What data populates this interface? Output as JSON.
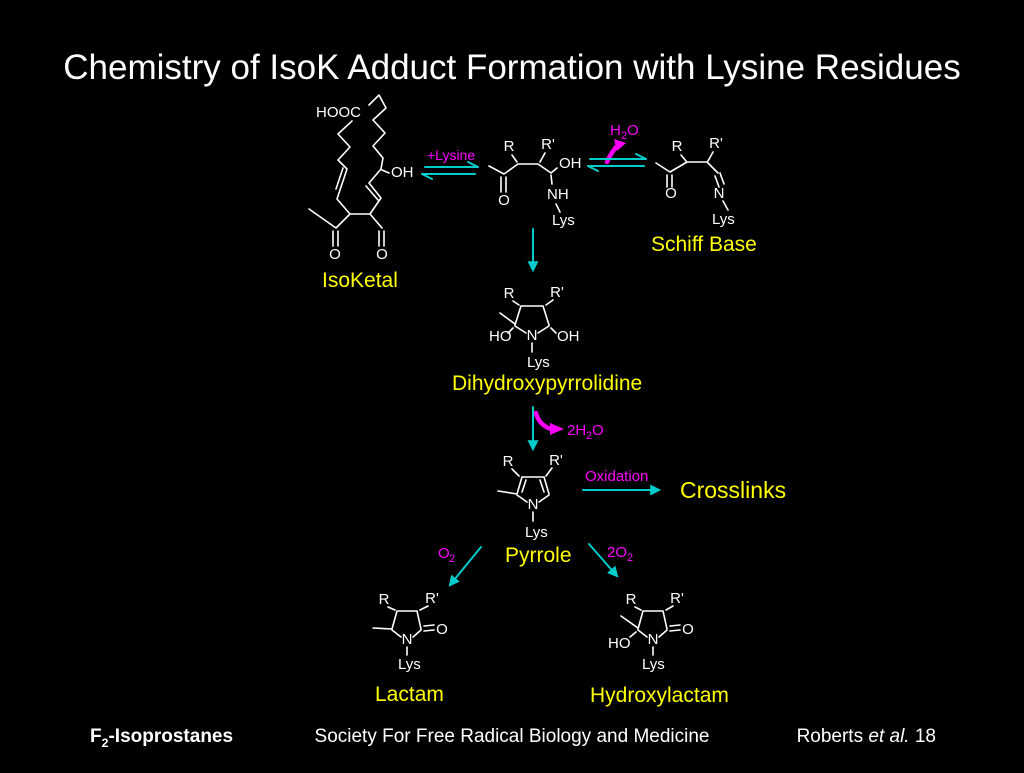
{
  "title": "Chemistry of IsoK Adduct Formation with Lysine Residues",
  "colors": {
    "background": "#000000",
    "bond": "#FFFFFF",
    "molecule_label": "#FFFF00",
    "reagent_label": "#FF00FF",
    "arrow": "#00CCCC"
  },
  "molecules": {
    "isoketal": {
      "label": "IsoKetal",
      "hooc": "HOOC",
      "oh": "OH",
      "o_left": "O",
      "o_right": "O"
    },
    "carbinolamine": {
      "r": "R",
      "r_prime": "R'",
      "oh": "OH",
      "o": "O",
      "nh": "NH",
      "lys": "Lys"
    },
    "schiff_base": {
      "label": "Schiff Base",
      "r": "R",
      "r_prime": "R'",
      "o": "O",
      "n": "N",
      "lys": "Lys"
    },
    "dihydroxypyrrolidine": {
      "label": "Dihydroxypyrrolidine",
      "r": "R",
      "r_prime": "R'",
      "ho": "HO",
      "n": "N",
      "oh": "OH",
      "lys": "Lys"
    },
    "pyrrole": {
      "label": "Pyrrole",
      "r": "R",
      "r_prime": "R'",
      "n": "N",
      "lys": "Lys"
    },
    "lactam": {
      "label": "Lactam",
      "r": "R",
      "r_prime": "R'",
      "n": "N",
      "o": "O",
      "lys": "Lys"
    },
    "hydroxylactam": {
      "label": "Hydroxylactam",
      "r": "R",
      "r_prime": "R'",
      "ho": "HO",
      "n": "N",
      "o": "O",
      "lys": "Lys"
    }
  },
  "reagents": {
    "lysine": "+Lysine",
    "h2o": {
      "pre": "H",
      "sub": "2",
      "post": "O"
    },
    "two_h2o": {
      "pre": "2H",
      "sub": "2",
      "post": "O"
    },
    "oxidation": "Oxidation",
    "o2": {
      "pre": "O",
      "sub": "2"
    },
    "two_o2": {
      "pre": "2O",
      "sub": "2"
    }
  },
  "products": {
    "crosslinks": "Crosslinks"
  },
  "footer": {
    "left": {
      "pre": "F",
      "sub": "2",
      "post": "-Isoprostanes"
    },
    "center": "Society For Free Radical Biology and Medicine",
    "right": {
      "name": "Roberts ",
      "italic": "et al.",
      "page": " 18"
    }
  }
}
